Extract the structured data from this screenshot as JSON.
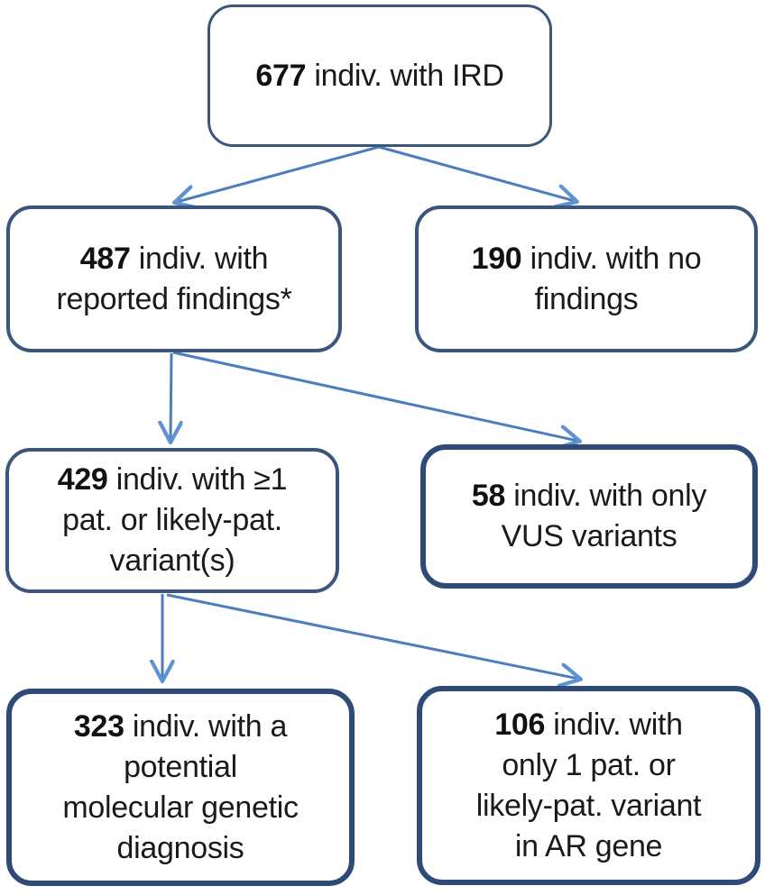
{
  "diagram": {
    "type": "flowchart",
    "colors": {
      "box_border_medium": "#3a567e",
      "box_border_thick": "#2e4b77",
      "arrow_shaft": "#4e7cc0",
      "arrow_head": "#5e92d2",
      "text": "#1a1a1a",
      "background": "#ffffff"
    },
    "nodes": [
      {
        "id": "ird-total",
        "num": "677",
        "rest": " indiv. with IRD",
        "lines": []
      },
      {
        "id": "reported-findings",
        "num": "487",
        "rest": " indiv. with",
        "lines": [
          "reported findings*"
        ]
      },
      {
        "id": "no-findings",
        "num": "190",
        "rest": " indiv. with no",
        "lines": [
          "findings"
        ]
      },
      {
        "id": "pat-variant",
        "num": "429",
        "rest": " indiv. with ≥1",
        "lines": [
          "pat. or likely-pat.",
          "variant(s)"
        ]
      },
      {
        "id": "vus-only",
        "num": "58",
        "rest": " indiv. with only",
        "lines": [
          "VUS variants"
        ]
      },
      {
        "id": "molecular-diagnosis",
        "num": "323",
        "rest": " indiv. with a",
        "lines": [
          "potential",
          "molecular genetic",
          "diagnosis"
        ]
      },
      {
        "id": "ar-single",
        "num": "106",
        "rest": " indiv. with",
        "lines": [
          "only 1 pat. or",
          "likely-pat. variant",
          "in AR gene"
        ]
      }
    ],
    "edges": [
      {
        "from": "ird-total",
        "to": "reported-findings"
      },
      {
        "from": "ird-total",
        "to": "no-findings"
      },
      {
        "from": "reported-findings",
        "to": "pat-variant"
      },
      {
        "from": "reported-findings",
        "to": "vus-only"
      },
      {
        "from": "pat-variant",
        "to": "molecular-diagnosis"
      },
      {
        "from": "pat-variant",
        "to": "ar-single"
      }
    ]
  }
}
